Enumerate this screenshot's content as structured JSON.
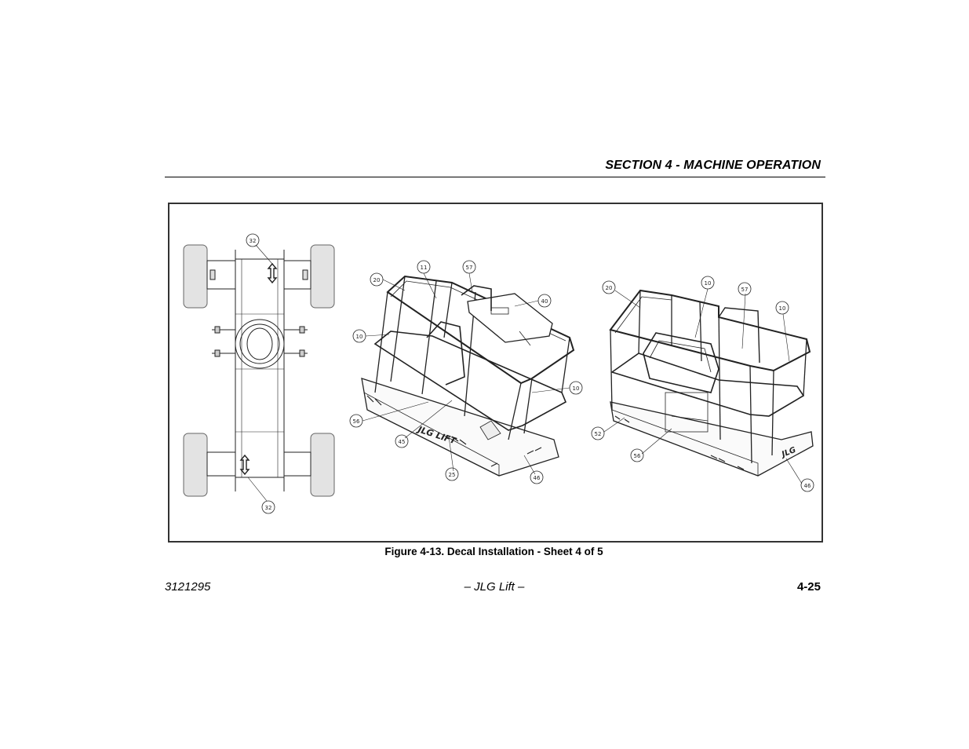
{
  "header": {
    "section_title": "SECTION 4 - MACHINE OPERATION"
  },
  "figure": {
    "caption": "Figure 4-13. Decal Installation - Sheet 4 of 5",
    "chassis_callouts": [
      "32",
      "32"
    ],
    "platform_front_callouts": [
      "20",
      "11",
      "57",
      "40",
      "10",
      "10",
      "56",
      "45",
      "25",
      "46"
    ],
    "platform_rear_callouts": [
      "20",
      "10",
      "57",
      "10",
      "52",
      "56",
      "46"
    ],
    "platform_decal_text": [
      "JLG LIFT",
      "JLG"
    ]
  },
  "footer": {
    "doc_number": "3121295",
    "center_text": "– JLG Lift –",
    "page_number": "4-25"
  }
}
